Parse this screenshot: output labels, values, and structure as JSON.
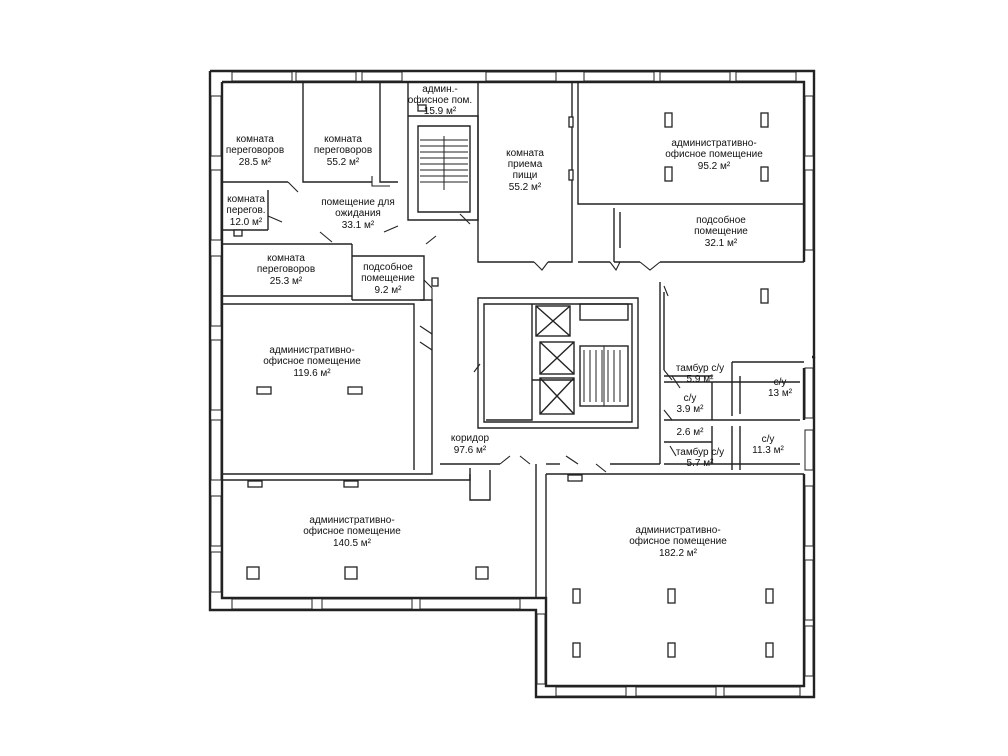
{
  "rooms": {
    "meeting_a": {
      "lines": [
        "комната",
        "переговоров"
      ],
      "area": "28.5 м²"
    },
    "meeting_b": {
      "lines": [
        "комната",
        "переговоров"
      ],
      "area": "55.2 м²"
    },
    "admin_small": {
      "lines": [
        "админ.-",
        "офисное пом."
      ],
      "area": "15.9 м²"
    },
    "dining": {
      "lines": [
        "комната",
        "приема",
        "пищи"
      ],
      "area": "55.2 м²"
    },
    "office_ne": {
      "lines": [
        "административно-",
        "офисное помещение"
      ],
      "area": "95.2 м²"
    },
    "meeting_c": {
      "lines": [
        "комната",
        "перегов."
      ],
      "area": "12.0 м²"
    },
    "waiting": {
      "lines": [
        "помещение для",
        "ожидания"
      ],
      "area": "33.1 м²"
    },
    "utility_ne": {
      "lines": [
        "подсобное",
        "помещение"
      ],
      "area": "32.1 м²"
    },
    "meeting_d": {
      "lines": [
        "комната",
        "переговоров"
      ],
      "area": "25.3 м²"
    },
    "utility_small": {
      "lines": [
        "подсобное",
        "помещение"
      ],
      "area": "9.2 м²"
    },
    "office_w": {
      "lines": [
        "административно-",
        "офисное помещение"
      ],
      "area": "119.6 м²"
    },
    "vestibule_a": {
      "lines": [
        "тамбур с/у"
      ],
      "area": "5.9 м²"
    },
    "wc_a": {
      "lines": [
        "с/у"
      ],
      "area": "3.9 м²"
    },
    "wc_b": {
      "lines": [
        "с/у"
      ],
      "area": "13 м²"
    },
    "small_room": {
      "lines": [],
      "area": "2.6 м²"
    },
    "wc_c": {
      "lines": [
        "с/у"
      ],
      "area": "11.3 м²"
    },
    "vestibule_b": {
      "lines": [
        "тамбур с/у"
      ],
      "area": "5.7 м²"
    },
    "corridor": {
      "lines": [
        "коридор"
      ],
      "area": "97.6 м²"
    },
    "office_sw": {
      "lines": [
        "административно-",
        "офисное помещение"
      ],
      "area": "140.5 м²"
    },
    "office_se": {
      "lines": [
        "административно-",
        "офисное помещение"
      ],
      "area": "182.2 м²"
    }
  }
}
